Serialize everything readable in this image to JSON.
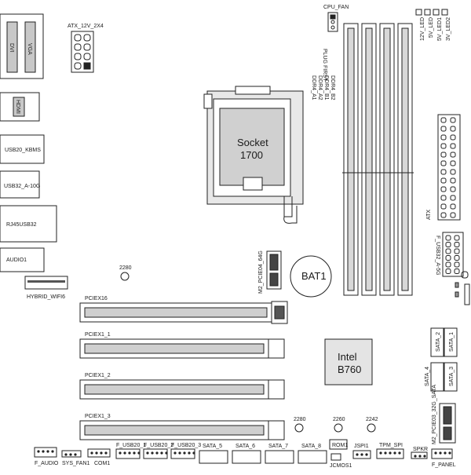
{
  "labels": {
    "cpu_fan": "CPU_FAN",
    "atx_12v": "ATX_12V_2X4",
    "dvi": "DVI",
    "vga": "VGA",
    "hdmi": "HDMI",
    "usb20_kbms": "USB20_KBMS",
    "usb32_a10g": "USB32_A-10G",
    "rj45usb32": "RJ45USB32",
    "audio1": "AUDIO1",
    "hybrid_wifi": "HYBRID_WIFI6",
    "socket_line1": "Socket",
    "socket_line2": "1700",
    "plug_first": "PLUG FIRST",
    "ddr4_a1": "DDR4_A1",
    "ddr4_a2": "DDR4_A2",
    "ddr4_b1": "DDR4_B1",
    "ddr4_b2": "DDR4_B2",
    "led_12v": "12V_LED",
    "led_5v": "5V_LED",
    "led_5vsb": "5V_LED1",
    "led_3v": "3V_LED2",
    "atx": "ATX",
    "f_usb32": "F_USB32_A-5G",
    "m2_pcie": "M2_PCIE04_64G",
    "m2_2280_top": "2280",
    "bat1": "BAT1",
    "pciex16": "PCIEX16",
    "pciex1_1": "PCIEX1_1",
    "pciex1_2": "PCIEX1_2",
    "pciex1_3": "PCIEX1_3",
    "intel_line1": "Intel",
    "intel_line2": "B760",
    "sata_2": "SATA_2",
    "sata_1": "SATA_1",
    "sata_4": "SATA_4",
    "sata_3": "SATA_3",
    "m2_pcie_sata": "M2_PCIE03_32G_SATA",
    "mh_2280a": "2280",
    "mh_2260": "2260",
    "mh_2242": "2242",
    "rom1": "ROM1",
    "jcmos1": "JCMOS1",
    "jspi1": "JSPI1",
    "tpm_spi": "TPM_SPI",
    "spkr": "SPKR",
    "f_panel": "F_PANEL",
    "f_audio": "F_AUDIO",
    "sys_fan1": "SYS_FAN1",
    "com1": "COM1",
    "f_usb20_1": "F_USB20_1",
    "f_usb20_2": "F_USB20_2",
    "f_usb20_3": "F_USB20_3",
    "sata_5": "SATA_5",
    "sata_6": "SATA_6",
    "sata_7": "SATA_7",
    "sata_8": "SATA_8"
  }
}
